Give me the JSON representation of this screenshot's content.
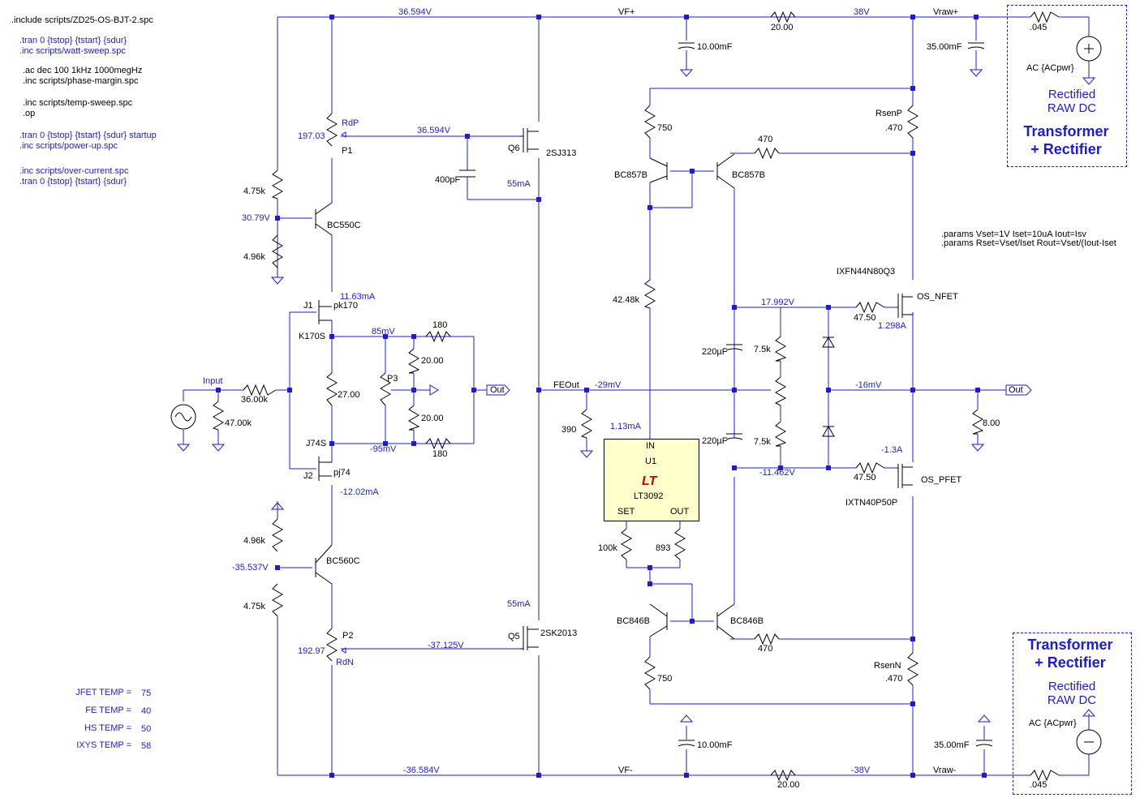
{
  "directives": {
    "include": ".include scripts/ZD25-OS-BJT-2.spc",
    "tran1": ".tran 0 {tstop} {tstart} {sdur}",
    "inc1": ".inc scripts/watt-sweep.spc",
    "ac": ".ac dec 100 1kHz 1000megHz",
    "inc2": ".inc scripts/phase-margin.spc",
    "inc3": ".inc scripts/temp-sweep.spc",
    "op": ".op",
    "tran2": ".tran  0 {tstop} {tstart} {sdur} startup",
    "inc4": ".inc scripts/power-up.spc",
    "inc5": ".inc scripts/over-current.spc",
    "tran3": ".tran 0 {tstop} {tstart} {sdur}",
    "params1": ".params Vset=1V Iset=10uA Iout=Isv",
    "params2": ".params Rset=Vset/Iset  Rout=Vset/(Iout-Iset"
  },
  "temps": [
    {
      "label": "JFET TEMP =",
      "value": "75"
    },
    {
      "label": "FE TEMP =",
      "value": "40"
    },
    {
      "label": "HS TEMP =",
      "value": "50"
    },
    {
      "label": "IXYS TEMP =",
      "value": "58"
    }
  ],
  "nets": {
    "top_rail_v": "36.594V",
    "vf_plus": "VF+",
    "v38": "38V",
    "vraw_plus": "Vraw+",
    "bot_rail_v": "-36.584V",
    "vf_minus": "VF-",
    "vm38": "-38V",
    "vraw_minus": "Vraw-",
    "rdp_v": "36.594V",
    "rdn_v": "-37.125V",
    "p1_v": "197.03",
    "p2_v": "192.97",
    "bc550_v": "30.79V",
    "bc560_v": "-35.537V",
    "j1_i": "11.63mA",
    "j2_i": "-12.02mA",
    "k170_v": "85mV",
    "j74_v": "-95mV",
    "q6_i": "55mA",
    "q5_i": "55mA",
    "feout": "FEOut",
    "feout_v": "-29mV",
    "u1_i": "1.13mA",
    "gate_p_v": "17.992V",
    "gate_n_v": "-11.462V",
    "out_v": "-16mV",
    "nfet_i": "1.298A",
    "pfet_i": "-1.3A",
    "input": "Input",
    "rdp": "RdP",
    "rdn": "RdN"
  },
  "components": {
    "r_top_20": "20.00",
    "r_bot_20": "20.00",
    "c_top_10m": "10.00mF",
    "c_bot_10m": "10.00mF",
    "c_top_35m": "35.00mF",
    "c_bot_35m": "35.00mF",
    "r_045_top": ".045",
    "r_045_bot": ".045",
    "ac_top": "AC {ACpwr}",
    "ac_bot": "AC {ACpwr}",
    "r_475_top": "4.75k",
    "r_496_top": "4.96k",
    "r_496_bot": "4.96k",
    "r_475_bot": "4.75k",
    "p1": "P1",
    "p2": "P2",
    "p3": "P3",
    "bc550c": "BC550C",
    "bc560c": "BC560C",
    "j1": "J1",
    "j2": "J2",
    "pk170": "pk170",
    "pj74": "pj74",
    "k170s": "K170S",
    "j74s": "J74S",
    "r_3600k": "36.00k",
    "r_4700k": "47.00k",
    "r_27": "27.00",
    "r_180_top": "180",
    "r_180_bot": "180",
    "r_20_a": "20.00",
    "r_20_b": "20.00",
    "out_fe": "Out",
    "q6": "Q6",
    "q6_part": "2SJ313",
    "q5": "Q5",
    "q5_part": "2SK2013",
    "c_400p": "400pF",
    "r_390": "390",
    "r_750_top": "750",
    "r_750_bot": "750",
    "bc857b_l": "BC857B",
    "bc857b_r": "BC857B",
    "bc846b_l": "BC846B",
    "bc846b_r": "BC846B",
    "r_470_top": "470",
    "r_470_bot": "470",
    "r_4248k": "42.48k",
    "r_100k": "100k",
    "r_893": "893",
    "u1_in": "IN",
    "u1_name": "U1",
    "u1_part": "LT3092",
    "u1_set": "SET",
    "u1_out": "OUT",
    "c_220_top": "220µF",
    "c_220_bot": "220µF",
    "r_75k_top": "7.5k",
    "r_75k_bot": "7.5k",
    "r_4750_top": "47.50",
    "r_4750_bot": "47.50",
    "nfet_part": "IXFN44N80Q3",
    "nfet_name": "OS_NFET",
    "pfet_part": "IXTN40P50P",
    "pfet_name": "OS_PFET",
    "rsenp": "RsenP",
    "rsenn": "RsenN",
    "r_470m_top": ".470",
    "r_470m_bot": ".470",
    "r_800": "8.00",
    "out_main": "Out"
  },
  "transformer": {
    "title1": "Transformer",
    "title2": "+ Rectifier",
    "sub1": "Rectified",
    "sub2": "RAW DC"
  },
  "colors": {
    "wire": "#1b1bd8",
    "text": "#000000",
    "value": "#1b1bd8",
    "u1_fill": "#ffffcc",
    "logo": "#d00000"
  }
}
